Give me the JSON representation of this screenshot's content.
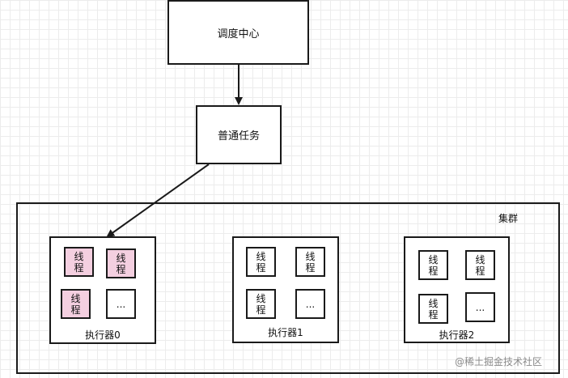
{
  "nodes": {
    "scheduler": "调度中心",
    "task": "普通任务",
    "cluster": "集群"
  },
  "executors": [
    {
      "label": "执行器0",
      "threads": [
        {
          "char1": "线",
          "char2": "程",
          "highlighted": true
        },
        {
          "char1": "线",
          "char2": "程",
          "highlighted": true
        },
        {
          "char1": "线",
          "char2": "程",
          "highlighted": true
        }
      ],
      "more": "..."
    },
    {
      "label": "执行器1",
      "threads": [
        {
          "char1": "线",
          "char2": "程",
          "highlighted": false
        },
        {
          "char1": "线",
          "char2": "程",
          "highlighted": false
        },
        {
          "char1": "线",
          "char2": "程",
          "highlighted": false
        }
      ],
      "more": "..."
    },
    {
      "label": "执行器2",
      "threads": [
        {
          "char1": "线",
          "char2": "程",
          "highlighted": false
        },
        {
          "char1": "线",
          "char2": "程",
          "highlighted": false
        },
        {
          "char1": "线",
          "char2": "程",
          "highlighted": false
        }
      ],
      "more": "..."
    }
  ],
  "colors": {
    "highlight": "#f4cfe0",
    "border": "#1a1a1a"
  },
  "watermark": "@稀土掘金技术社区"
}
